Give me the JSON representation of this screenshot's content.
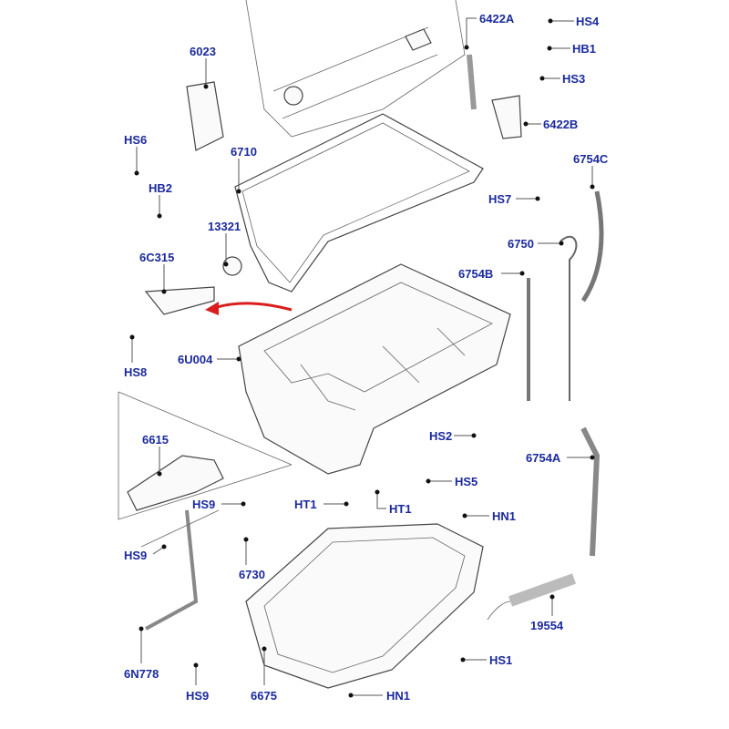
{
  "diagram": {
    "title": "Oil pan and dipstick exploded parts diagram",
    "label_color": "#1b2a9c",
    "arrow_color": "#d81e1e",
    "labels": {
      "l6422A": "6422A",
      "HS4": "HS4",
      "HB1": "HB1",
      "HS3": "HS3",
      "l6422B": "6422B",
      "l6023": "6023",
      "HS6": "HS6",
      "HB2": "HB2",
      "l6710": "6710",
      "l6754C": "6754C",
      "HS7": "HS7",
      "l6750": "6750",
      "l13321": "13321",
      "l6C315": "6C315",
      "l6754B": "6754B",
      "HS8": "HS8",
      "l6U004": "6U004",
      "l6615": "6615",
      "HS2": "HS2",
      "l6754A": "6754A",
      "HS5": "HS5",
      "HS9a": "HS9",
      "HT1a": "HT1",
      "HT1b": "HT1",
      "HN1a": "HN1",
      "HS9b": "HS9",
      "l6730": "6730",
      "l19554": "19554",
      "l6N778": "6N778",
      "HS1": "HS1",
      "HS9c": "HS9",
      "l6675": "6675",
      "HN1b": "HN1"
    }
  }
}
